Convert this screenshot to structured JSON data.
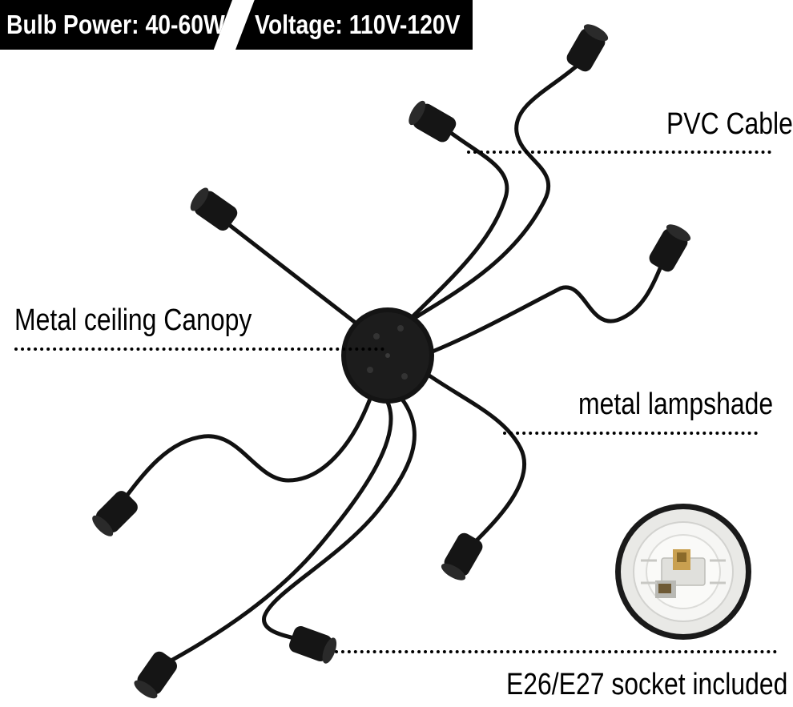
{
  "specs": {
    "bulb_power": "Bulb Power: 40-60W",
    "voltage": "Voltage: 110V-120V"
  },
  "callouts": {
    "pvc_cable": "PVC Cable",
    "canopy": "Metal ceiling Canopy",
    "lampshade": "metal lampshade",
    "socket": "E26/E27 socket included"
  },
  "colors": {
    "fixture": "#111111",
    "background": "#ffffff",
    "socket_ceramic": "#f2f2f0",
    "socket_brass": "#c9a050"
  },
  "icons": {
    "fixture": "sputnik-ceiling-light-illustration",
    "socket": "e26-socket-photo"
  }
}
